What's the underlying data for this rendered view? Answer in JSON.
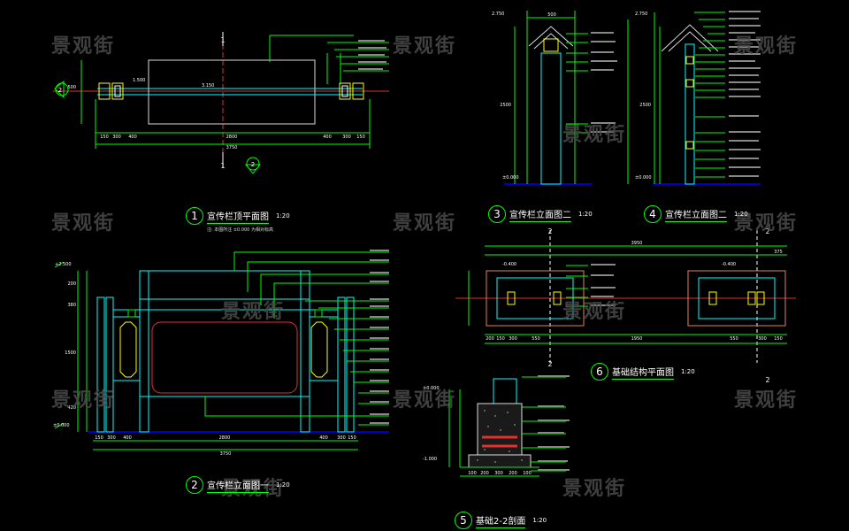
{
  "watermark": "景观街",
  "titles": [
    {
      "num": "1",
      "text": "宣传栏顶平面图",
      "scale": "1:20"
    },
    {
      "num": "2",
      "text": "宣传栏立面图一",
      "scale": "1:20"
    },
    {
      "num": "3",
      "text": "宣传栏立面图二",
      "scale": "1:20"
    },
    {
      "num": "4",
      "text": "宣传栏立面图二",
      "scale": "1:20"
    },
    {
      "num": "5",
      "text": "基础2-2剖面",
      "scale": "1:20"
    },
    {
      "num": "6",
      "text": "基础结构平面图",
      "scale": "1:20"
    }
  ],
  "note_1": "注: 本图所注 ±0.000 为相对标高",
  "section_marks": {
    "cut_1": "1",
    "cut_2": "2",
    "view_2": "2",
    "view_3": "3"
  },
  "plan_1": {
    "elevation_label": "3.150",
    "dim_total": "3750",
    "dim_segments": [
      "150",
      "300",
      "400",
      "2800",
      "400",
      "300",
      "150"
    ],
    "dim_left": "500",
    "dim_left2": "1.500"
  },
  "elev_1": {
    "top_level": "+2.500",
    "ground_level": "±0.000",
    "dim_total": "3750",
    "dim_segments": [
      "150",
      "300",
      "400",
      "2800",
      "400",
      "300",
      "150"
    ],
    "dim_left": [
      "200",
      "380",
      "1500",
      "420"
    ]
  },
  "elev_2": {
    "top_level": "2.750",
    "ground_level": "±0.000",
    "dim_top": "500",
    "dim_left": "2500"
  },
  "elev_3": {
    "top_level": "2.750",
    "ground_level": "±0.000",
    "dim_left": "2500"
  },
  "base_plan": {
    "dim_total": "3950",
    "dim_segments": [
      "200",
      "150",
      "300",
      "550",
      "1950",
      "550",
      "300",
      "150"
    ],
    "dim_top_right": "375",
    "levels": [
      "-0.400",
      "-0.400"
    ]
  },
  "base_section": {
    "top_level": "±0.000",
    "bottom_level": "-1.000",
    "dim_bottom": [
      "100",
      "200",
      "300",
      "200",
      "100"
    ]
  }
}
